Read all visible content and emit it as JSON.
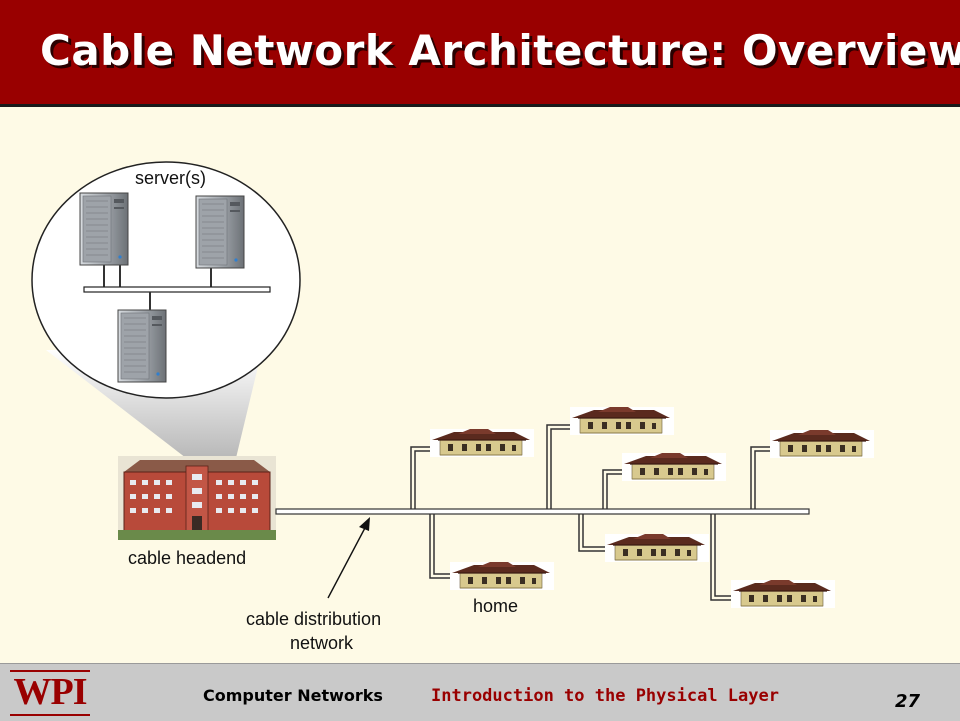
{
  "slide": {
    "title": "Cable Network Architecture: Overview"
  },
  "diagram": {
    "labels": {
      "servers": "server(s)",
      "headend": "cable headend",
      "distribution_line1": "cable distribution",
      "distribution_line2": "network",
      "home": "home"
    },
    "colors": {
      "title_bar": "#990000",
      "background": "#FEFAE6",
      "footer": "#C9C9C9",
      "house_roof": "#5a2a1e",
      "house_wall": "#d8c98e",
      "headend_brick": "#b84a3a"
    }
  },
  "footer": {
    "logo": "WPI",
    "course": "Computer Networks",
    "chapter": "Introduction to the Physical Layer",
    "page": "27"
  }
}
